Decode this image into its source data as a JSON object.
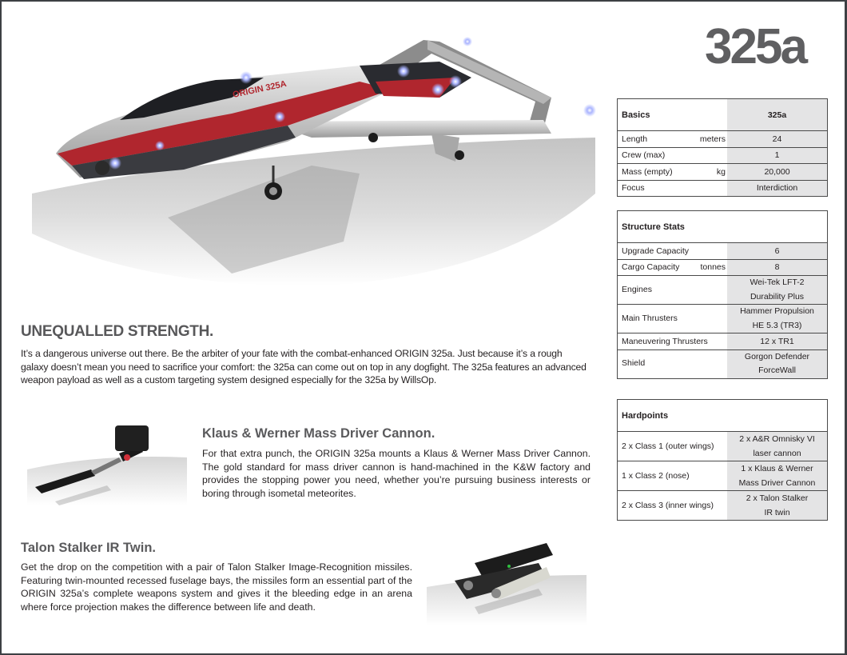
{
  "page": {
    "model_title": "325a",
    "frame_color": "#3d4044",
    "title_color": "#5f5f61"
  },
  "hero_image": {
    "alt": "ORIGIN 325a spacecraft with landing gear deployed, reflected on glossy floor",
    "hull_marking": "ORIGIN 325A"
  },
  "intro": {
    "headline": "UNEQUALLED STRENGTH.",
    "body": "It’s a dangerous universe out there. Be the arbiter of your fate with the combat-enhanced ORIGIN 325a. Just because it’s a rough galaxy doesn’t mean you need to sacrifice your comfort: the 325a can come out on top in any dogfight. The 325a features an advanced weapon payload as well as a custom targeting system designed especially for the 325a by WillsOp."
  },
  "weapon_kw": {
    "title": "Klaus & Werner Mass Driver Cannon.",
    "body": "For that extra punch, the ORIGIN 325a mounts a Klaus & Werner Mass Driver Cannon. The gold standard for mass driver cannon is hand-machined in the K&W factory and provides the stopping power you need, whether you’re pursuing business interests or boring through isometal meteorites.",
    "image_alt": "Klaus & Werner Mass Driver Cannon render"
  },
  "weapon_ts": {
    "title": "Talon Stalker IR Twin.",
    "body": "Get the drop on the competition with a pair of Talon Stalker Image-Recognition missiles. Featuring twin-mounted recessed fuselage bays, the missiles form an essential part of the ORIGIN 325a’s complete weapons system and gives it the bleeding edge in an arena where force projection makes the difference between life and death.",
    "image_alt": "Talon Stalker IR Twin missile rack render"
  },
  "basics": {
    "header": "Basics",
    "header_value": "325a",
    "rows": [
      {
        "label": "Length",
        "unit": "meters",
        "value": "24"
      },
      {
        "label": "Crew (max)",
        "unit": "",
        "value": "1"
      },
      {
        "label": "Mass (empty)",
        "unit": "kg",
        "value": "20,000"
      },
      {
        "label": "Focus",
        "unit": "",
        "value": "Interdiction"
      }
    ]
  },
  "structure": {
    "header": "Structure Stats",
    "rows": [
      {
        "label": "Upgrade Capacity",
        "unit": "",
        "value": "6"
      },
      {
        "label": "Cargo Capacity",
        "unit": "tonnes",
        "value": "8"
      },
      {
        "label": "Engines",
        "unit": "",
        "value_line1": "Wei-Tek LFT-2",
        "value_line2": "Durability Plus"
      },
      {
        "label": "Main Thrusters",
        "unit": "",
        "value_line1": "Hammer Propulsion",
        "value_line2": "HE 5.3 (TR3)"
      },
      {
        "label": "Maneuvering Thrusters",
        "unit": "",
        "value": "12 x TR1"
      },
      {
        "label": "Shield",
        "unit": "",
        "value_line1": "Gorgon Defender",
        "value_line2": "ForceWall"
      }
    ]
  },
  "hardpoints": {
    "header": "Hardpoints",
    "rows": [
      {
        "label": "2 x Class 1 (outer wings)",
        "value_line1": "2 x A&R Omnisky VI",
        "value_line2": "laser cannon"
      },
      {
        "label": "1 x Class 2 (nose)",
        "value_line1": "1 x Klaus & Werner",
        "value_line2": "Mass Driver Cannon"
      },
      {
        "label": "2 x Class 3 (inner wings)",
        "value_line1": "2 x Talon Stalker",
        "value_line2": "IR twin"
      }
    ]
  }
}
